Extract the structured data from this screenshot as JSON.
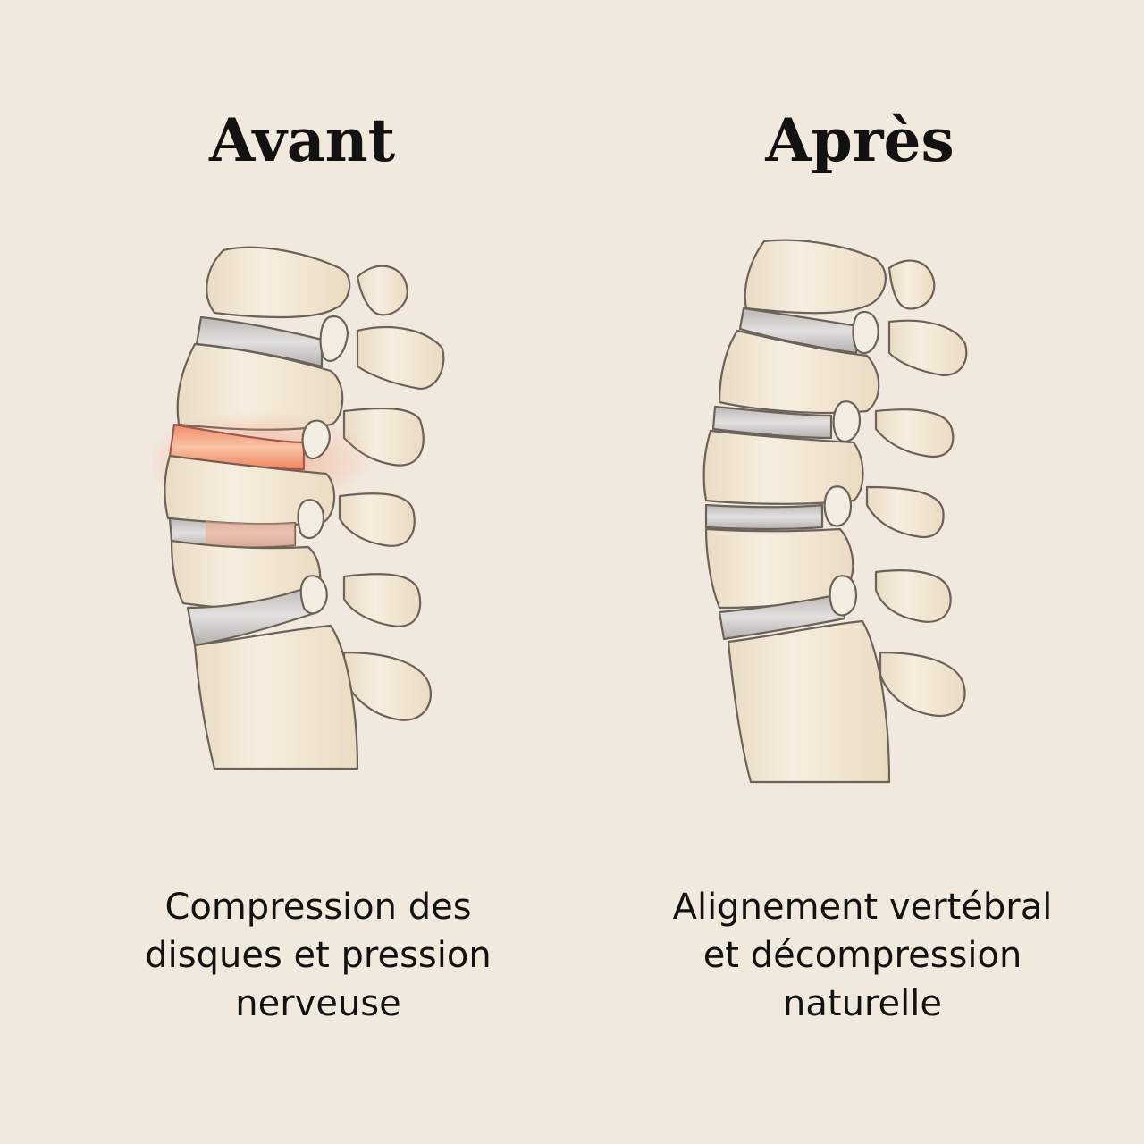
{
  "panels": {
    "before": {
      "title": "Avant",
      "caption_lines": [
        "Compression des",
        "disques et pression",
        "nerveuse"
      ],
      "illustration": "lumbar-spine-compressed-inflamed-disc"
    },
    "after": {
      "title": "Après",
      "caption_lines": [
        "Alignement vertébral",
        "et décompression",
        "naturelle"
      ],
      "illustration": "lumbar-spine-aligned-healthy-discs"
    }
  },
  "colors": {
    "background": "#f1e9de",
    "bone": "#efe4cf",
    "disc": "#c9c6c3",
    "inflammation": "#f0906a",
    "outline": "#6d6258",
    "text": "#141210"
  }
}
